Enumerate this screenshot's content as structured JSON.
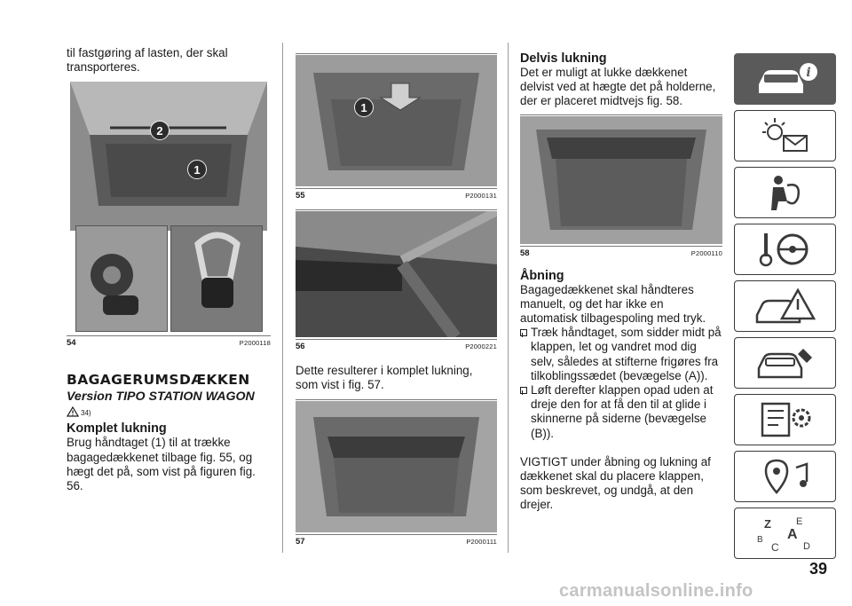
{
  "col1": {
    "intro_text": "til fastgøring af lasten, der skal transporteres.",
    "fig54": {
      "number": "54",
      "code": "P2000118",
      "markers": [
        "2",
        "1"
      ]
    },
    "section_title": "BAGAGERUMSDÆKKEN",
    "version_title": "Version TIPO STATION WAGON",
    "warning_ref": "34)",
    "subsection_title": "Komplet lukning",
    "body_text": "Brug håndtaget (1) til at trække bagagedækkenet tilbage fig. 55, og hægt det på, som vist på figuren fig. 56."
  },
  "col2": {
    "fig55": {
      "number": "55",
      "code": "P2000131",
      "marker": "1"
    },
    "fig56": {
      "number": "56",
      "code": "P2000221"
    },
    "body_text": "Dette resulterer i komplet lukning, som vist i fig. 57.",
    "fig57": {
      "number": "57",
      "code": "P2000111"
    }
  },
  "col3": {
    "section_title": "Delvis lukning",
    "body_text": "Det er muligt at lukke dækkenet delvist ved at hægte det på holderne, der er placeret midtvejs fig. 58.",
    "fig58": {
      "number": "58",
      "code": "P2000110"
    },
    "opening_title": "Åbning",
    "opening_text": "Bagagedækkenet skal håndteres manuelt, og det har ikke en automatisk tilbagespoling med tryk.",
    "bullets": [
      "Træk håndtaget, som sidder midt på klappen, let og vandret mod dig selv, således at stifterne frigøres fra tilkoblingssædet (bevægelse (A)).",
      "Løft derefter klappen opad uden at dreje den for at få den til at glide i skinnerne på siderne (bevægelse (B))."
    ],
    "important_text": "VIGTIGT under åbning og lukning af dækkenet skal du placere klappen, som beskrevet, og undgå, at den drejer."
  },
  "sidebar": {
    "tabs": [
      {
        "icon": "car-info-icon",
        "active": true
      },
      {
        "icon": "warning-lights-icon",
        "active": false
      },
      {
        "icon": "airbag-seat-icon",
        "active": false
      },
      {
        "icon": "key-steering-icon",
        "active": false
      },
      {
        "icon": "emergency-icon",
        "active": false
      },
      {
        "icon": "car-maintenance-icon",
        "active": false
      },
      {
        "icon": "technical-data-icon",
        "active": false
      },
      {
        "icon": "multimedia-icon",
        "active": false
      },
      {
        "icon": "index-icon",
        "active": false
      }
    ],
    "index_letters": [
      "Z",
      "E",
      "A",
      "B",
      "C",
      "D"
    ]
  },
  "page_number": "39",
  "watermark": "carmanualsonline.info",
  "colors": {
    "text": "#1a1a1a",
    "tab_active": "#5a5a5a",
    "rule": "#7a7a7a",
    "watermark": "#c4c4c4"
  }
}
